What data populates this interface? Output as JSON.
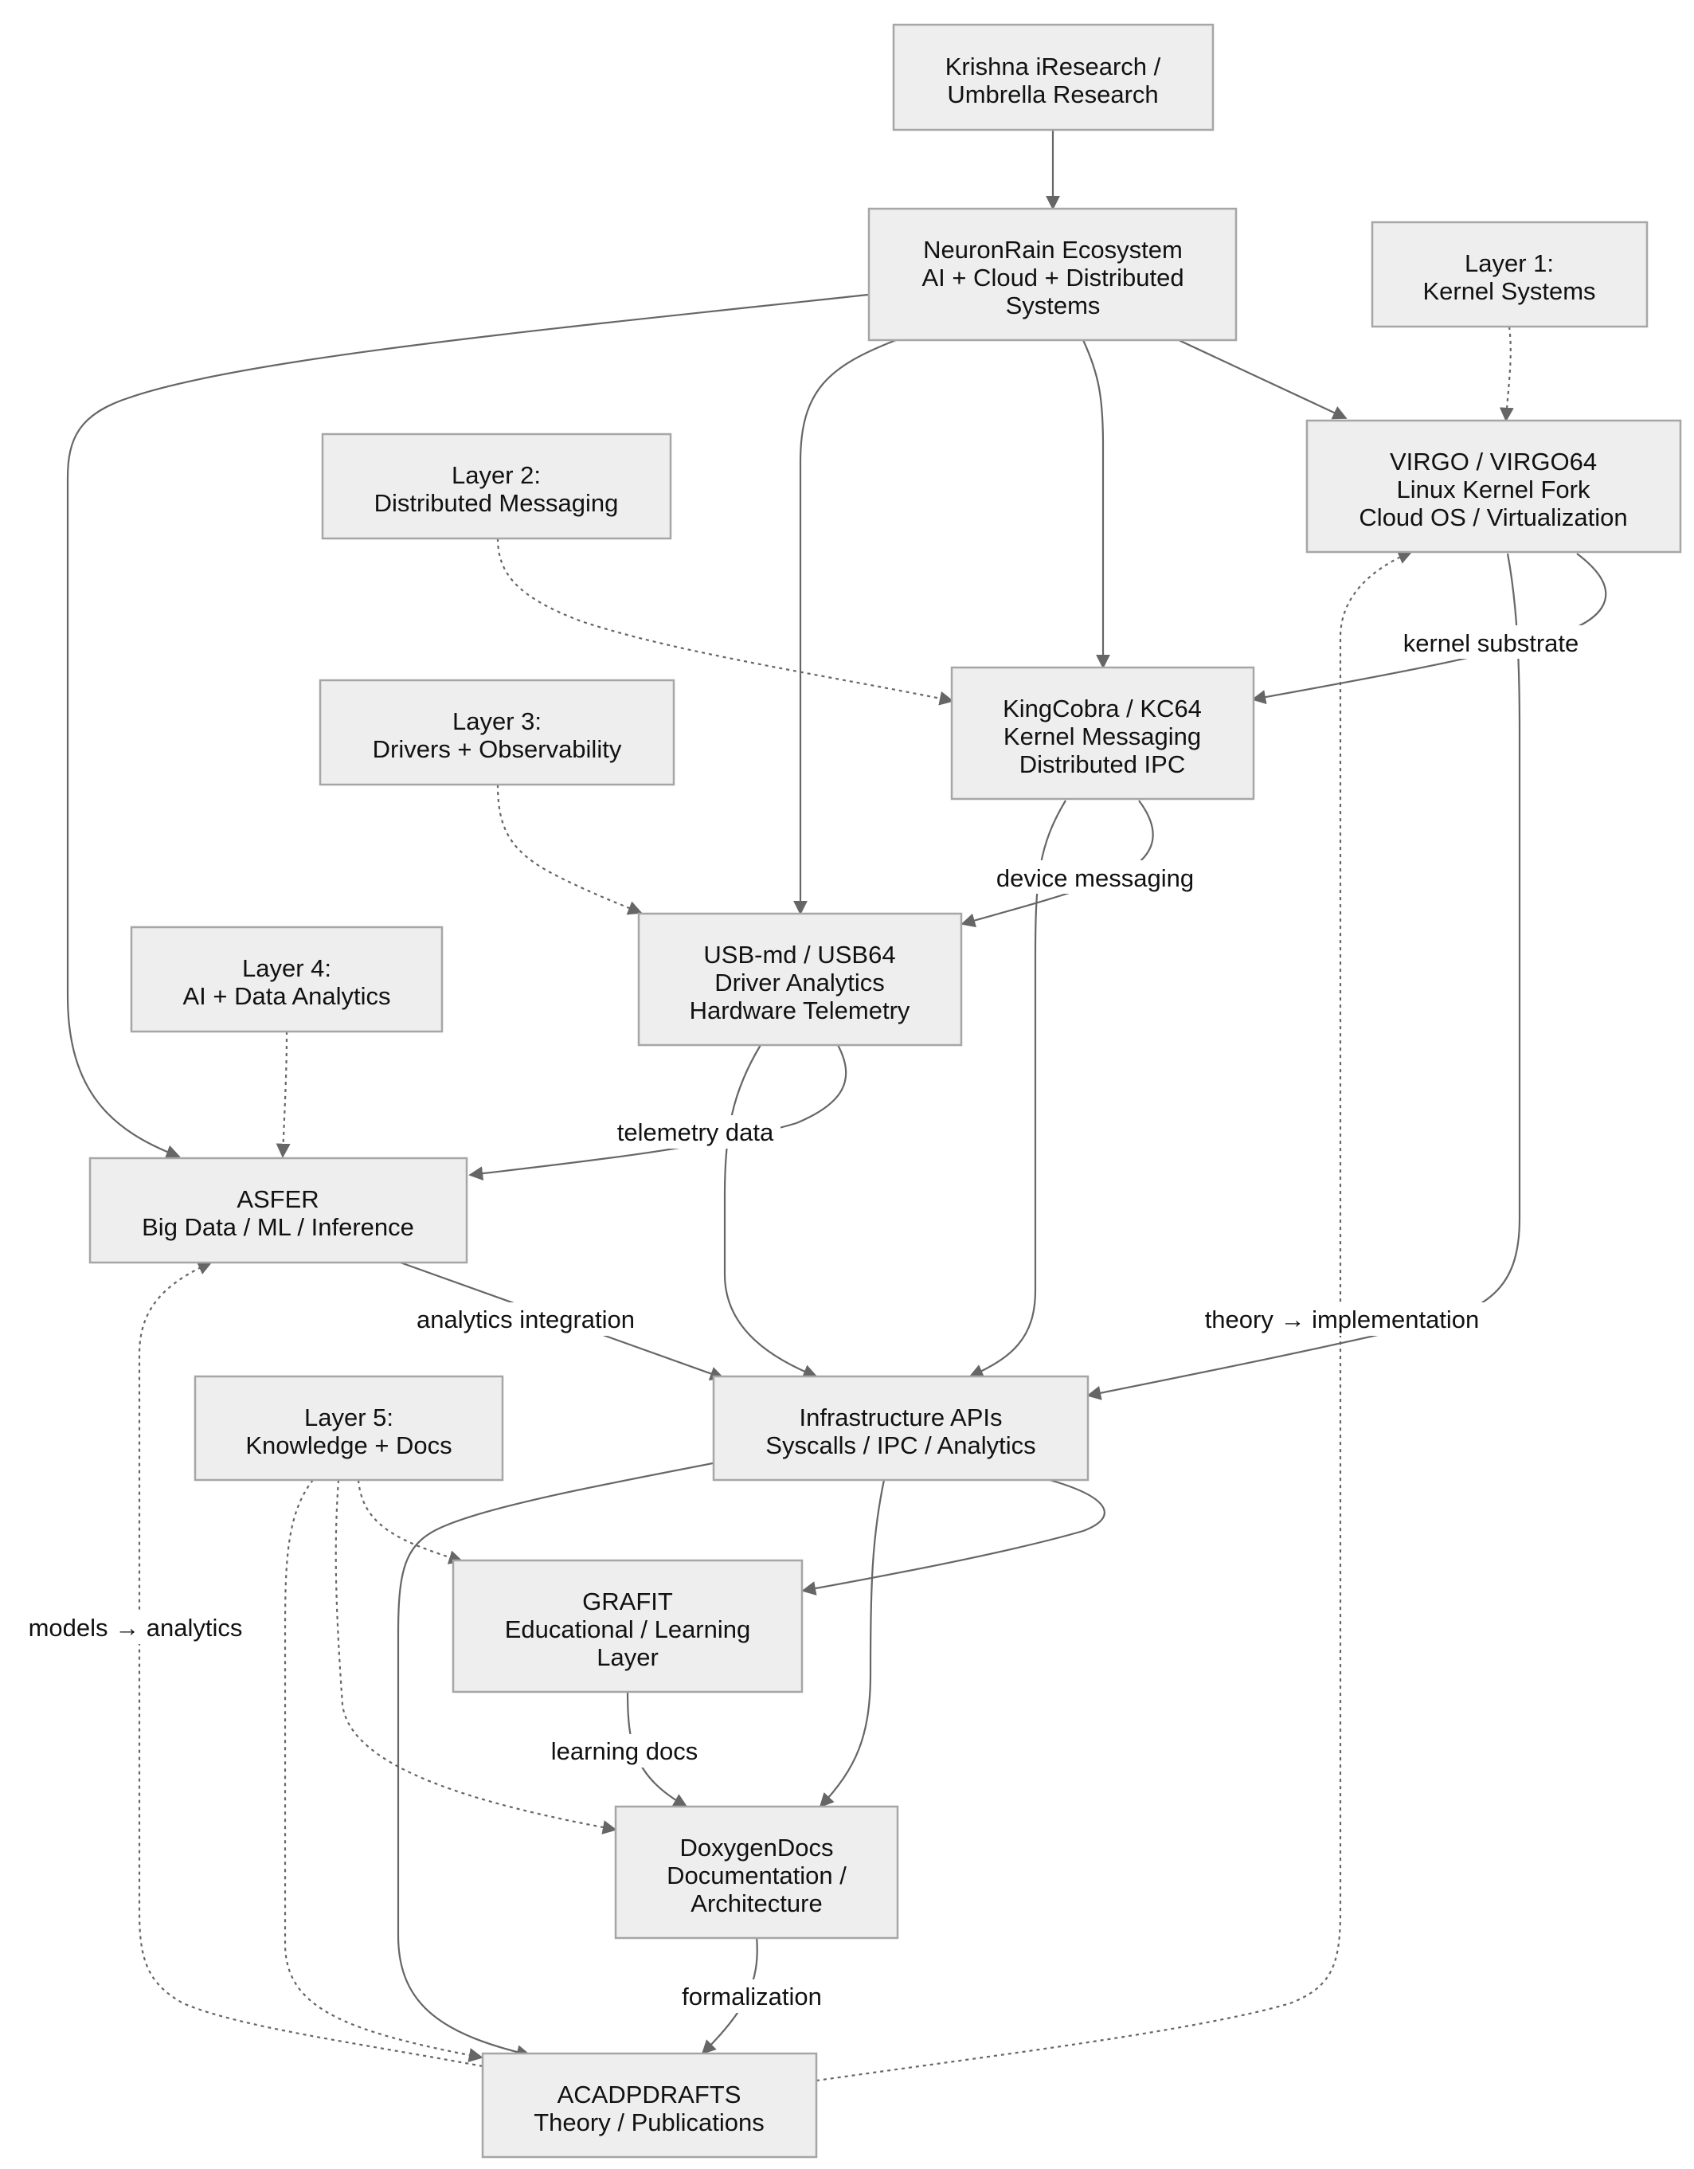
{
  "nodes": {
    "krishna": [
      "Krishna iResearch /",
      "Umbrella Research"
    ],
    "neuronrain": [
      "NeuronRain Ecosystem",
      "AI + Cloud + Distributed",
      "Systems"
    ],
    "layer1": [
      "Layer 1:",
      "Kernel Systems"
    ],
    "layer2": [
      "Layer 2:",
      "Distributed Messaging"
    ],
    "layer3": [
      "Layer 3:",
      "Drivers + Observability"
    ],
    "layer4": [
      "Layer 4:",
      "AI + Data Analytics"
    ],
    "layer5": [
      "Layer 5:",
      "Knowledge + Docs"
    ],
    "virgo": [
      "VIRGO / VIRGO64",
      "Linux Kernel Fork",
      "Cloud OS / Virtualization"
    ],
    "kingcobra": [
      "KingCobra / KC64",
      "Kernel Messaging",
      "Distributed IPC"
    ],
    "usbmd": [
      "USB-md / USB64",
      "Driver Analytics",
      "Hardware Telemetry"
    ],
    "asfer": [
      "ASFER",
      "Big Data / ML / Inference"
    ],
    "infra": [
      "Infrastructure APIs",
      "Syscalls / IPC / Analytics"
    ],
    "grafit": [
      "GRAFIT",
      "Educational / Learning",
      "Layer"
    ],
    "doxygen": [
      "DoxygenDocs",
      "Documentation /",
      "Architecture"
    ],
    "acadpdrafts": [
      "ACADPDRAFTS",
      "Theory / Publications"
    ]
  },
  "edge_labels": {
    "kernel_substrate": "kernel substrate",
    "device_messaging": "device messaging",
    "telemetry_data": "telemetry data",
    "analytics_integration": "analytics integration",
    "theory_implementation": "theory → implementation",
    "models_analytics": "models → analytics",
    "learning_docs": "learning docs",
    "formalization": "formalization"
  },
  "colors": {
    "node_fill": "#eeeeee",
    "node_stroke": "#a6a6a6",
    "edge": "#666666",
    "text": "#111111"
  }
}
